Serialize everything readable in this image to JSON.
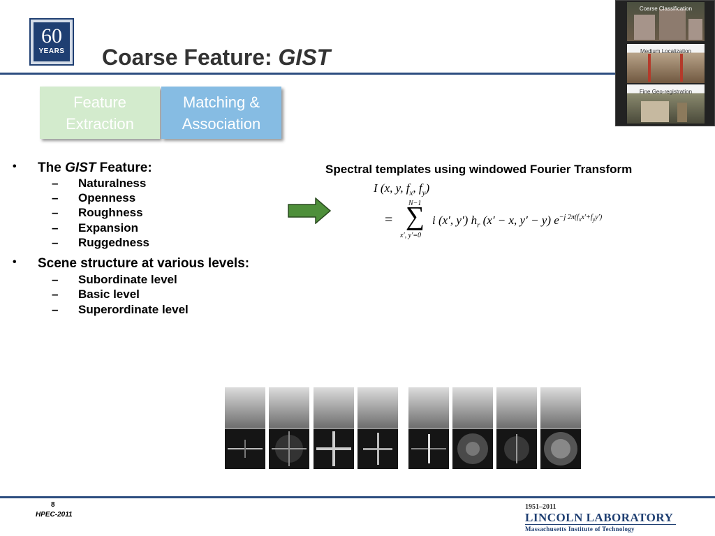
{
  "logo": {
    "number": "60",
    "label": "YEARS"
  },
  "title": {
    "main": "Coarse Feature: ",
    "italic": "GIST"
  },
  "thumbnails": [
    {
      "caption": "Coarse Classification"
    },
    {
      "caption": "Medium Localization"
    },
    {
      "caption": "Fine Geo-registration"
    }
  ],
  "process": {
    "feature_extraction": [
      "Feature",
      "Extraction"
    ],
    "matching": [
      "Matching &",
      "Association"
    ]
  },
  "bullets": [
    {
      "prefix": "The ",
      "italic": "GIST",
      "suffix": " Feature:",
      "items": [
        "Naturalness",
        "Openness",
        "Roughness",
        "Expansion",
        "Ruggedness"
      ]
    },
    {
      "text": "Scene structure at various levels:",
      "items": [
        "Subordinate level",
        "Basic level",
        "Superordinate level"
      ]
    }
  ],
  "spectral_caption": "Spectral templates using windowed Fourier Transform",
  "formula": {
    "lhs": "I (x, y, f",
    "lhs_sub_x": "x",
    "lhs_sep": ", f",
    "lhs_sub_y": "y",
    "lhs_end": ")",
    "equals": "=",
    "sum_top": "N−1",
    "sum_sym": "∑",
    "sum_bottom": "x′, y′=0",
    "body": "i (x′, y′) h",
    "body_sub": "r",
    "body_rest": " (x′ − x, y′ − y) e",
    "exponent": "−j 2π(f",
    "exp_sub_x": "x",
    "exp_mid": "x′+f",
    "exp_sub_y": "y",
    "exp_end": "y′)"
  },
  "footer": {
    "page": "8",
    "conference": "HPEC-2011",
    "lab_years": "1951–2011",
    "lab_name": "LINCOLN LABORATORY",
    "lab_institute": "Massachusetts Institute of Technology"
  },
  "colors": {
    "rule": "#2d4e80",
    "feature_box": "#d3ebcd",
    "matching_box": "#86bce3",
    "arrow": "#4e8f3a"
  }
}
